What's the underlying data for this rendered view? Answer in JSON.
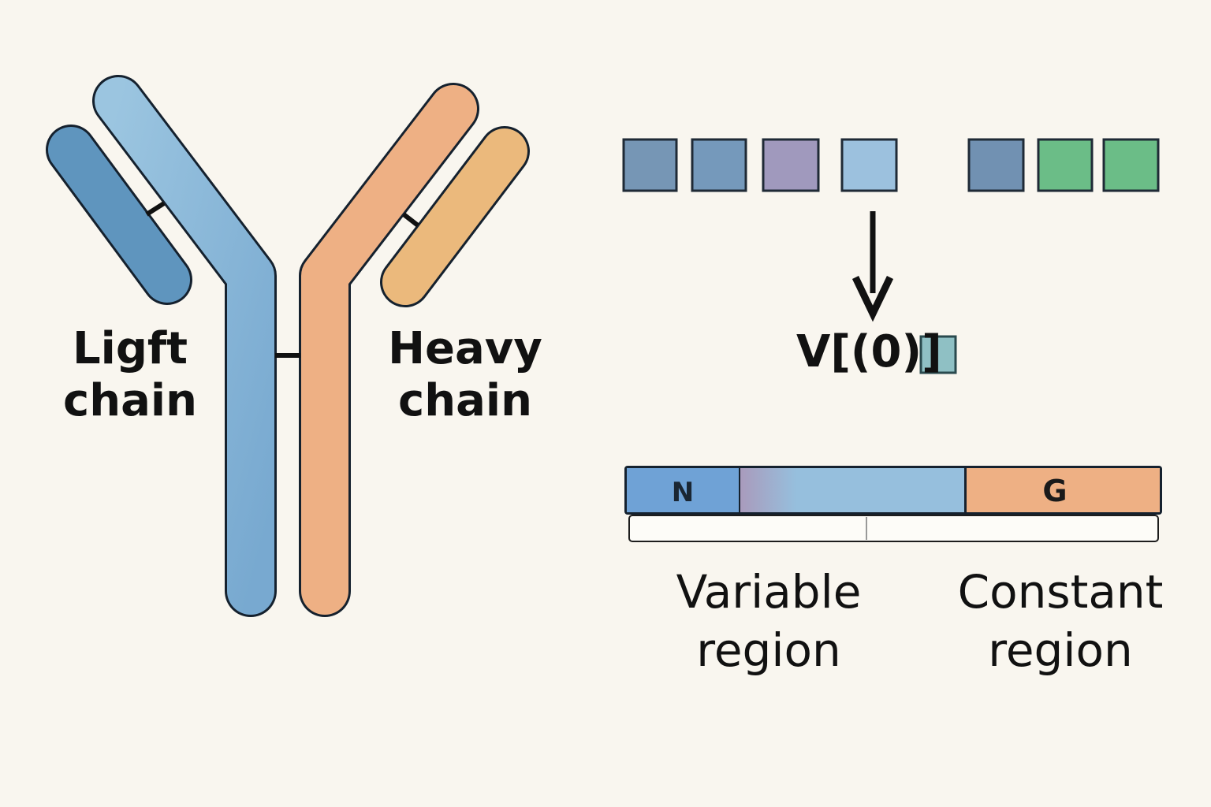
{
  "labels": {
    "light_chain": [
      "Ligft",
      "chain"
    ],
    "heavy_chain": [
      "Heavy",
      "chain"
    ],
    "gene_label": "V[(0)]",
    "variable_region": [
      "Variable",
      "region"
    ],
    "constant_region": [
      "Constant",
      "region"
    ],
    "bar_left_mark": "N",
    "bar_right_mark": "G"
  },
  "colors": {
    "light_chain_dark": "#5f95be",
    "light_chain_mid": "#8db7d8",
    "heavy_chain": "#eeb084",
    "heavy_chain_light": "#ebb97c",
    "gene_segments": [
      "#7696b5",
      "#7599bb",
      "#a099bd",
      "#9cc1de",
      "#7191b2",
      "#6bbd87",
      "#6bbd87"
    ],
    "gene_small_square": "#8fc0c4",
    "bar_variable": "#6fa2d6",
    "bar_variable_mid": "#95bfdc",
    "bar_constant": "#eeb084"
  }
}
